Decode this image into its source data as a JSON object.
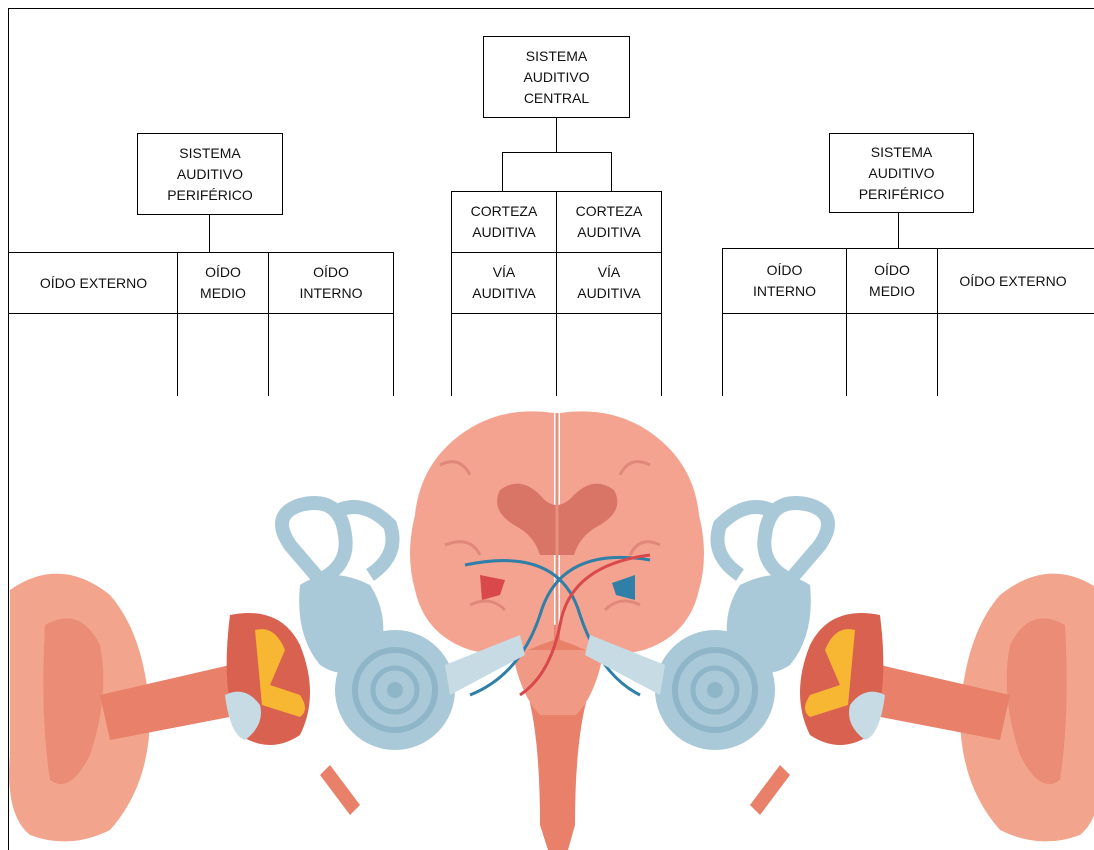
{
  "left_tree": {
    "root": "SISTEMA\nAUDITIVO\nPERIFÉRICO",
    "columns": [
      "OÍDO EXTERNO",
      "OÍDO\nMEDIO",
      "OÍDO\nINTERNO"
    ]
  },
  "center_tree": {
    "root": "SISTEMA\nAUDITIVO\nCENTRAL",
    "row1": [
      "CORTEZA\nAUDITIVA",
      "CORTEZA\nAUDITIVA"
    ],
    "row2": [
      "VÍA\nAUDITIVA",
      "VÍA\nAUDITIVA"
    ]
  },
  "right_tree": {
    "root": "SISTEMA\nAUDITIVO\nPERIFÉRICO",
    "columns": [
      "OÍDO\nINTERNO",
      "OÍDO\nMEDIO",
      "OÍDO EXTERNO"
    ]
  },
  "colors": {
    "ear_skin": "#f2a48c",
    "ear_canal": "#e8806a",
    "ossicles": "#f7b733",
    "inner_ear": "#a9c9d9",
    "brain": "#f4a391",
    "pathway_red": "#d9484b",
    "pathway_blue": "#2f7fa8"
  }
}
